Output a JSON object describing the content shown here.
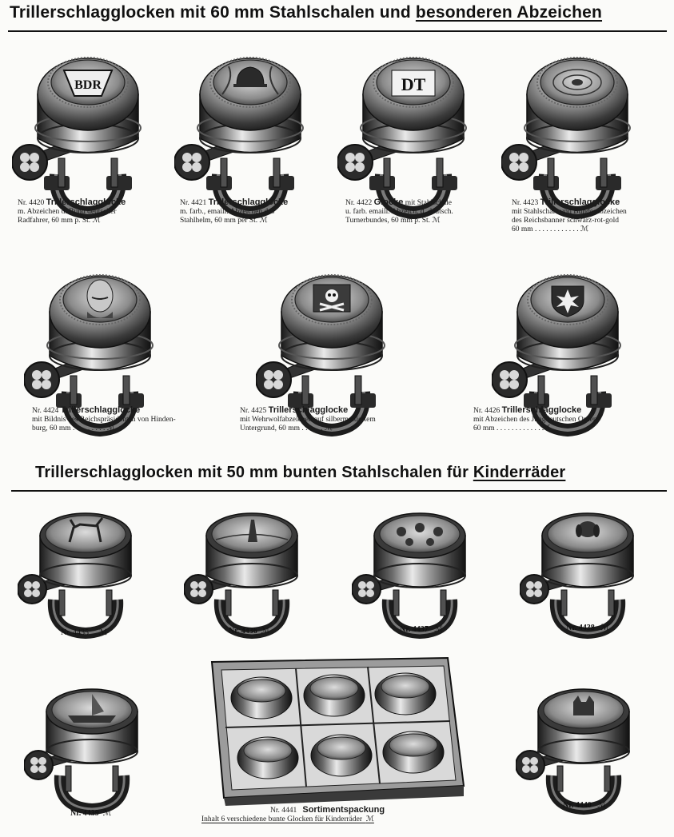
{
  "section1": {
    "heading_a": "Trillerschlagglocken mit 60 mm Stahlschalen und ",
    "heading_b": "besonderen Abzeichen"
  },
  "section2": {
    "heading_a": "Trillerschlagglocken mit 50 mm bunten Stahlschalen für ",
    "heading_b": "Kinderräder"
  },
  "items60": [
    {
      "nr": "Nr. 4420",
      "title": "Trillerschlagglocke",
      "lines": [
        "m. Abzeichen d. Bund deutscher",
        "Radfahrer, 60 mm   p. St. ℳ"
      ]
    },
    {
      "nr": "Nr. 4421",
      "title": "Trillerschlagglocke",
      "lines": [
        "m. farb., emaill. Abzeichen des",
        "Stahlhelm, 60 mm per St. ℳ"
      ]
    },
    {
      "nr": "Nr. 4422",
      "title": "Glocke",
      "title_rest": " mit Stahlschale",
      "lines": [
        "u. farb. emaill. Abzeich. d. deutsch.",
        "Turnerbundes, 60 mm   p. St. ℳ"
      ]
    },
    {
      "nr": "Nr. 4423",
      "title": "Trillerschlagglocke",
      "lines": [
        "mit Stahlschale und Bundesabzeichen",
        "des Reichsbanner schwarz-rot-gold",
        "60 mm . . . . . . . . . . . . ℳ"
      ]
    },
    {
      "nr": "Nr. 4424",
      "title": "Trillerschlagglocke",
      "lines": [
        "mit Bildnis des Reichspräsidenten von Hinden-",
        "burg, 60 mm . . . . . . . . . ℳ"
      ]
    },
    {
      "nr": "Nr. 4425",
      "title": "Trillerschlagglocke",
      "lines": [
        "mit Wehrwolfabzeichen auf silbermattiertem",
        "Untergrund, 60 mm . . . . . . ℳ"
      ]
    },
    {
      "nr": "Nr. 4426",
      "title": "Trillerschlagglocke",
      "lines": [
        "mit Abzeichen des Jungdeutschen Ordens",
        "60 mm . . . . . . . . . . . . ℳ"
      ]
    }
  ],
  "items50": [
    {
      "nr": "Nr. 4435",
      "cur": "ℳ"
    },
    {
      "nr": "Nr. 4436",
      "cur": "ℳ"
    },
    {
      "nr": "Nr. 4437",
      "cur": "ℳ"
    },
    {
      "nr": "Nr. 4438",
      "cur": "ℳ"
    },
    {
      "nr": "Nr. 4439",
      "cur": "ℳ"
    },
    {
      "nr": "Nr. 4440",
      "cur": "ℳ"
    }
  ],
  "pack": {
    "nr": "Nr. 4441",
    "title": "Sortimentspackung",
    "line_a": "Inhalt 6 verschiedene bunte Glocken für ",
    "line_b": "Kinderräder",
    "cur": "ℳ"
  },
  "emblems": {
    "e4420": "BDR",
    "e4422": "DT"
  }
}
